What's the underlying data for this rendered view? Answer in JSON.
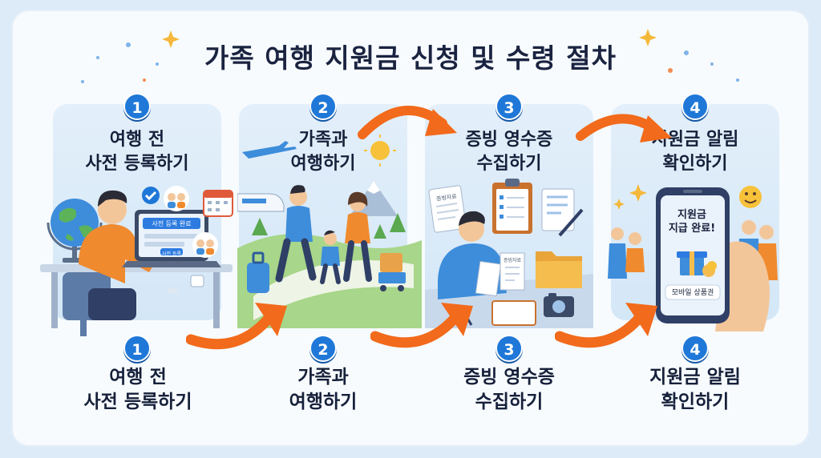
{
  "title": "가족 여행 지원금 신청 및 수령 절차",
  "steps": [
    {
      "number": "1",
      "title": "여행 전\n사전 등록하기"
    },
    {
      "number": "2",
      "title": "가족과\n여행하기"
    },
    {
      "number": "3",
      "title": "증빙 영수증\n수집하기"
    },
    {
      "number": "4",
      "title": "지원금 알림\n확인하기"
    }
  ],
  "bottom_steps": [
    {
      "number": "1",
      "title": "여행 전\n사전 등록하기"
    },
    {
      "number": "2",
      "title": "가족과\n여행하기"
    },
    {
      "number": "3",
      "title": "증빙 영수증\n수집하기"
    },
    {
      "number": "4",
      "title": "지원금 알림\n확인하기"
    }
  ],
  "screen_labels": {
    "registration_complete": "사전 등록 완료",
    "screen_button": "사전 등록",
    "receipt_doc": "증빙자료",
    "receipt_hand": "증빙자료",
    "phone_message": "지원금\n지급 완료!",
    "phone_voucher": "모바일 상품권"
  },
  "colors": {
    "accent": "#1f78d8",
    "arrow": "#f26a1b",
    "title": "#1a2340",
    "card": "#dbe9f7"
  }
}
